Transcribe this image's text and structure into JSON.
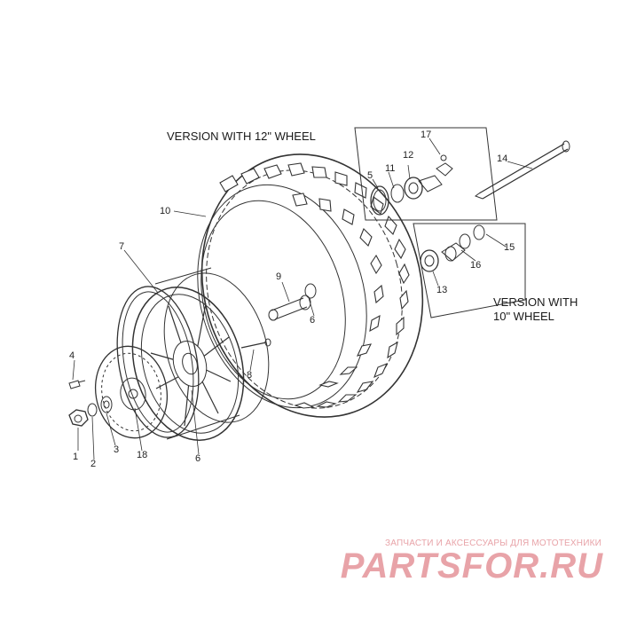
{
  "diagram": {
    "titles": {
      "version_12": "VERSION WITH 12\" WHEEL",
      "version_10_line1": "VERSION WITH",
      "version_10_line2": "10\" WHEEL"
    },
    "part_labels": {
      "p1": "1",
      "p2": "2",
      "p3": "3",
      "p4": "4",
      "p5": "5",
      "p6a": "6",
      "p6b": "6",
      "p7": "7",
      "p8": "8",
      "p9": "9",
      "p10": "10",
      "p11": "11",
      "p12": "12",
      "p13": "13",
      "p14": "14",
      "p15": "15",
      "p16": "16",
      "p17": "17",
      "p18": "18"
    },
    "colors": {
      "line": "#333333",
      "label": "#222222",
      "watermark": "#e8a3a8"
    }
  },
  "watermark": {
    "tagline": "ЗАПЧАСТИ И АКСЕССУАРЫ ДЛЯ МОТОТЕХНИКИ",
    "logo": "PARTSFOR.RU"
  }
}
